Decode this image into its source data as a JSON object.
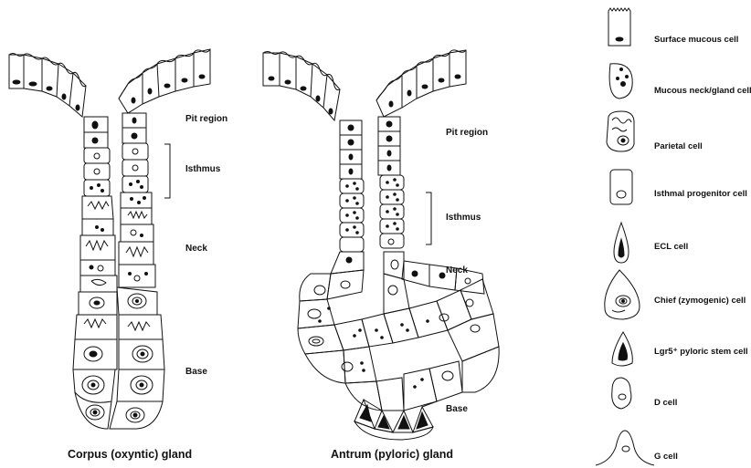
{
  "corpus": {
    "caption": "Corpus (oxyntic) gland",
    "regions": [
      "Pit region",
      "Isthmus",
      "Neck",
      "Base"
    ]
  },
  "antrum": {
    "caption": "Antrum (pyloric) gland",
    "regions": [
      "Pit region",
      "Isthmus",
      "Neck",
      "Base"
    ]
  },
  "legend": [
    {
      "label": "Surface mucous cell",
      "icon": "surface-mucous-cell-icon"
    },
    {
      "label": "Mucous neck/gland cell",
      "icon": "mucous-neck-cell-icon"
    },
    {
      "label": "Parietal cell",
      "icon": "parietal-cell-icon"
    },
    {
      "label": "Isthmal progenitor cell",
      "icon": "isthmal-progenitor-cell-icon"
    },
    {
      "label": "ECL cell",
      "icon": "ecl-cell-icon"
    },
    {
      "label": "Chief (zymogenic) cell",
      "icon": "chief-cell-icon"
    },
    {
      "label": "Lgr5⁺ pyloric stem cell",
      "icon": "lgr5-stem-cell-icon"
    },
    {
      "label": "D cell",
      "icon": "d-cell-icon"
    },
    {
      "label": "G cell",
      "icon": "g-cell-icon"
    }
  ]
}
